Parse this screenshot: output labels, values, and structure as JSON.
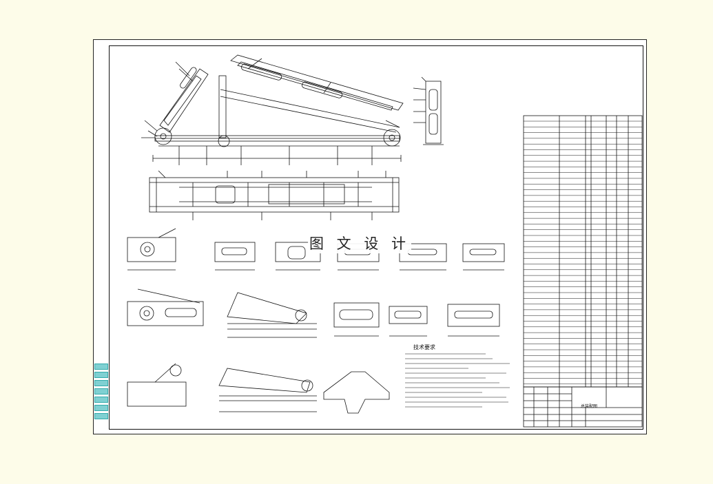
{
  "document": {
    "type": "mechanical-assembly-drawing",
    "watermark": "图 文 设 计",
    "notes_title": "技术要求",
    "title_block_label": "总装配图"
  },
  "colors": {
    "page_background": "#fdfce9",
    "sheet": "#ffffff",
    "ink": "#111111",
    "stamp": "#7fd0d2"
  },
  "stamps": [
    "stamp-1",
    "stamp-2",
    "stamp-3",
    "stamp-4",
    "stamp-5",
    "stamp-6",
    "stamp-7"
  ]
}
